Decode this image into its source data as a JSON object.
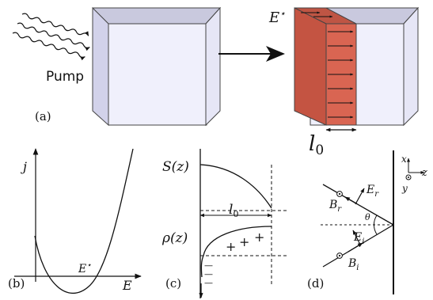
{
  "panel_a": {
    "label": "(a)",
    "pump_label": "Pump",
    "field_label": "E",
    "field_sup": "⋆",
    "depth_label": "l",
    "depth_sub": "0"
  },
  "panel_b": {
    "label": "(b)",
    "y_axis": "j",
    "x_axis": "E",
    "point_label": "E",
    "point_sup": "⋆"
  },
  "panel_c": {
    "label": "(c)",
    "top_func": "S(z)",
    "bottom_func": "ρ(z)",
    "depth_label": "l",
    "depth_sub": "0",
    "plus_signs": [
      "+",
      "+",
      "+"
    ],
    "minus_signs": [
      "—",
      "—",
      "—"
    ]
  },
  "panel_d": {
    "label": "(d)",
    "axis_x": "x",
    "axis_z": "z",
    "axis_y": "y",
    "E_r": "E",
    "E_r_sub": "r",
    "B_r": "B",
    "B_r_sub": "r",
    "E_i": "E",
    "E_i_sub": "i",
    "B_i": "B",
    "B_i_sub": "i",
    "theta": "θ"
  },
  "colors": {
    "slab_front": "#f0f0fc",
    "slab_side": "#d4d4ec",
    "slab_top": "#c8c8dc",
    "excited": "#d96552",
    "excited_side": "#c45442"
  }
}
